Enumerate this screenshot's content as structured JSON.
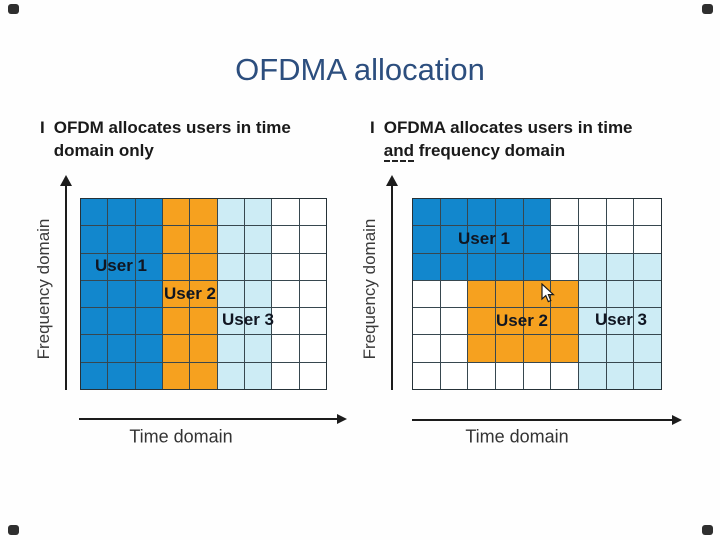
{
  "title": "OFDMA allocation",
  "colors": {
    "user1": "#1287cd",
    "user2": "#f6a11f",
    "user3": "#cdecf5",
    "grid_line": "#37474f",
    "title_text": "#2c4e7e",
    "body_text": "#1a1a1a",
    "axis": "#1c1c1c"
  },
  "panels": [
    {
      "name": "OFDM",
      "bullet": {
        "marker": "I",
        "line1": "OFDM allocates users in time",
        "line2_underline": "",
        "line2_rest": "domain only"
      },
      "y_axis_label": "Frequency domain",
      "x_axis_label": "Time domain",
      "grid": {
        "cols": 9,
        "rows": 7
      },
      "regions": [
        {
          "user": "User 1",
          "color": "user1",
          "cols": [
            1,
            3
          ],
          "rows": [
            1,
            7
          ]
        },
        {
          "user": "User 2",
          "color": "user2",
          "cols": [
            4,
            5
          ],
          "rows": [
            1,
            7
          ]
        },
        {
          "user": "User 3",
          "color": "user3",
          "cols": [
            6,
            7
          ],
          "rows": [
            1,
            7
          ]
        }
      ]
    },
    {
      "name": "OFDMA",
      "bullet": {
        "marker": "I",
        "line1": "OFDMA allocates users in time",
        "line2_underline": "and",
        "line2_rest": " frequency domain"
      },
      "y_axis_label": "Frequency domain",
      "x_axis_label": "Time domain",
      "grid": {
        "cols": 9,
        "rows": 7
      },
      "regions": [
        {
          "user": "User 1",
          "color": "user1",
          "cols": [
            1,
            5
          ],
          "rows": [
            1,
            3
          ]
        },
        {
          "user": "User 2",
          "color": "user2",
          "cols": [
            3,
            6
          ],
          "rows": [
            4,
            6
          ]
        },
        {
          "user": "User 3",
          "color": "user3",
          "cols": [
            7,
            9
          ],
          "rows": [
            3,
            7
          ]
        }
      ]
    }
  ]
}
